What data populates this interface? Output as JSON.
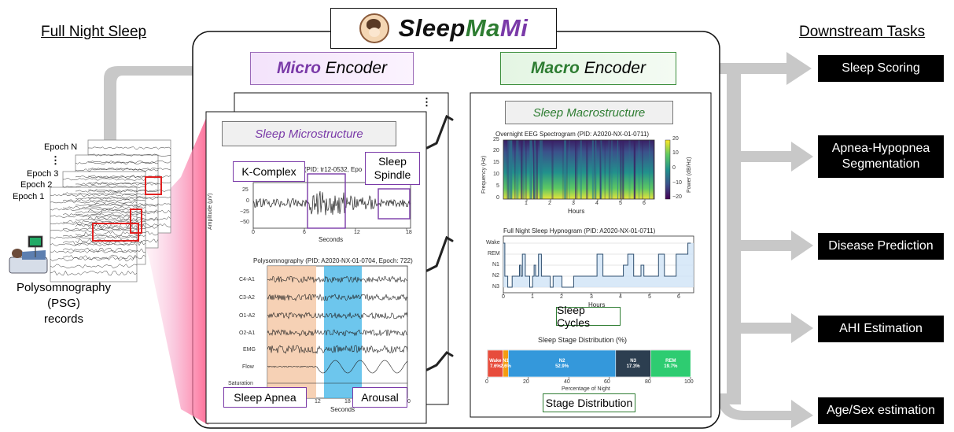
{
  "title": {
    "sleep": "Sleep",
    "ma": "Ma",
    "mi": "Mi"
  },
  "left": {
    "heading": "Full Night Sleep",
    "psg_label": "Polysomnography (PSG)\nrecords",
    "epochs": [
      "Epoch N",
      "Epoch 3",
      "Epoch 2",
      "Epoch 1"
    ],
    "ellipsis": "⋮"
  },
  "right": {
    "heading": "Downstream Tasks",
    "tasks": [
      "Sleep Scoring",
      "Apnea-Hypopnea\nSegmentation",
      "Disease Prediction",
      "AHI Estimation",
      "Age/Sex estimation"
    ]
  },
  "encoders": {
    "micro_bold": "Micro",
    "micro_rest": " Encoder",
    "macro_bold": "Macro",
    "macro_rest": " Encoder"
  },
  "micro": {
    "header": "Sleep Microstructure",
    "ellipsis": "⋮",
    "plot1": {
      "title_partial": ") (PID: tr12-0532, Epo",
      "ylabel": "Amplitude (μV)",
      "xlabel": "Seconds",
      "yticks": [
        "25",
        "0",
        "−25",
        "−50"
      ],
      "xticks": [
        "0",
        "6",
        "12",
        "18"
      ]
    },
    "labels": {
      "k_complex": "K-Complex",
      "spindle": "Sleep\nSpindle",
      "apnea": "Sleep Apnea",
      "arousal": "Arousal"
    },
    "plot2": {
      "title": "Polysomnography (PID: A2020-NX-01-0704, Epoch: 722)",
      "channels": [
        "C4-A1",
        "C3-A2",
        "O1-A2",
        "O2-A1",
        "EMG",
        "Flow",
        "Saturation"
      ],
      "xlabel": "Seconds",
      "xticks": [
        "12",
        "18",
        "0"
      ]
    }
  },
  "macro": {
    "header": "Sleep Macrostructure",
    "spectrogram": {
      "title": "Overnight EEG Spectrogram (PID: A2020-NX-01-0711)",
      "ylabel": "Frequency (Hz)",
      "xlabel": "Hours",
      "yticks": [
        "25",
        "20",
        "15",
        "10",
        "5",
        "0"
      ],
      "xticks": [
        "1",
        "2",
        "3",
        "4",
        "5",
        "6"
      ],
      "cbar_label": "Power (dB/Hz)",
      "cbar_ticks": [
        "20",
        "10",
        "0",
        "−10",
        "−20"
      ]
    },
    "hypnogram": {
      "title": "Full Night Sleep Hypnogram (PID: A2020-NX-01-0711)",
      "stages": [
        "Wake",
        "REM",
        "N1",
        "N2",
        "N3"
      ],
      "xticks": [
        "0",
        "1",
        "2",
        "3",
        "4",
        "5",
        "6"
      ],
      "xlabel": "Hours",
      "caption": "Sleep Cycles"
    },
    "distribution": {
      "title": "Sleep Stage Distribution (%)",
      "xlabel": "Percentage of Night",
      "xticks": [
        "0",
        "20",
        "40",
        "60",
        "80",
        "100"
      ],
      "caption": "Stage Distribution",
      "segments": [
        {
          "name": "Wake",
          "value": "7.6%",
          "pct": 7.6,
          "color": "#e74c3c"
        },
        {
          "name": "N1",
          "value": "2.6%",
          "pct": 2.6,
          "color": "#f39c12"
        },
        {
          "name": "N2",
          "value": "52.9%",
          "pct": 52.9,
          "color": "#3498db"
        },
        {
          "name": "N3",
          "value": "17.3%",
          "pct": 17.3,
          "color": "#2c3e50"
        },
        {
          "name": "REM",
          "value": "19.7%",
          "pct": 19.7,
          "color": "#2ecc71"
        }
      ]
    }
  },
  "colors": {
    "purple": "#7a3aa8",
    "green": "#2e7d32",
    "arrow": "#c8c8c8",
    "pink": "#f3a0c8"
  }
}
